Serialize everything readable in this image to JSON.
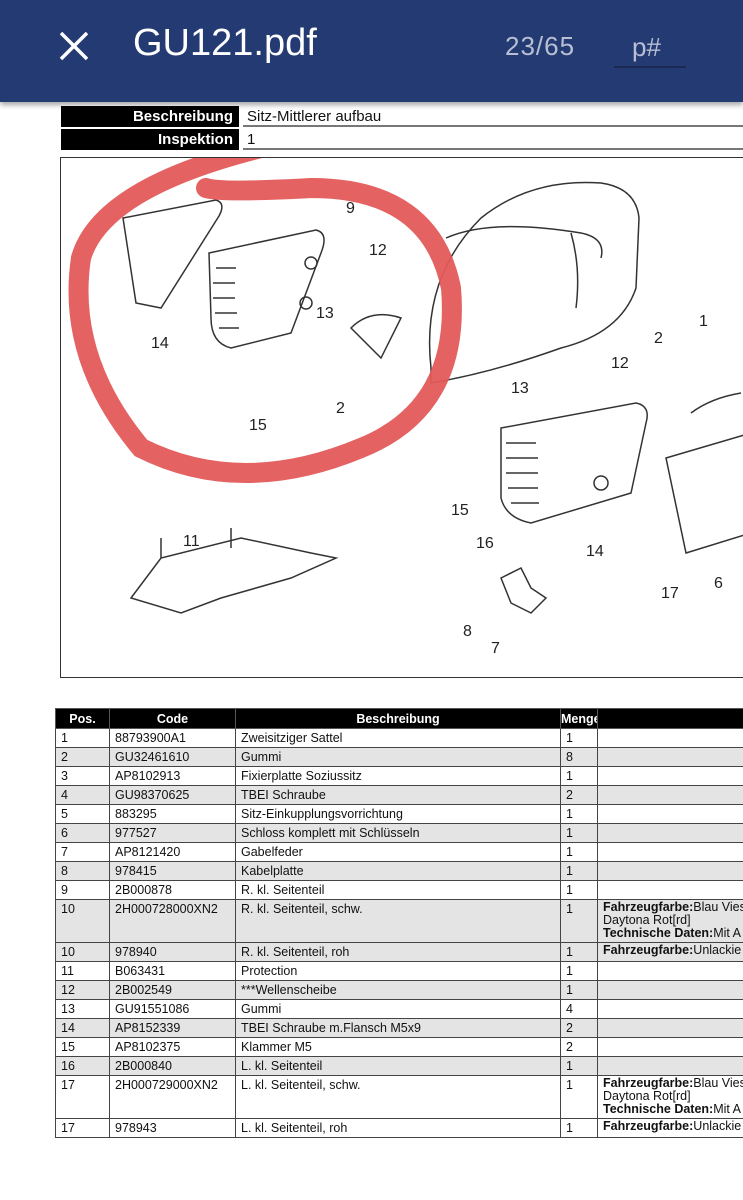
{
  "header": {
    "title": "GU121.pdf",
    "page_indicator": "23/65",
    "page_input_placeholder": "p#",
    "bg_color": "#233a73"
  },
  "doc_meta": {
    "beschreibung_label": "Beschreibung",
    "beschreibung_value": "Sitz-Mittlerer aufbau",
    "inspektion_label": "Inspektion",
    "inspektion_value": "1"
  },
  "diagram": {
    "callouts": [
      "9",
      "12",
      "14",
      "13",
      "15",
      "2",
      "1",
      "2",
      "12",
      "13",
      "15",
      "16",
      "14",
      "17",
      "6",
      "11",
      "8",
      "7"
    ],
    "annotation_color": "#e35a5a"
  },
  "table": {
    "headers": [
      "Pos.",
      "Code",
      "Beschreibung",
      "Menge",
      ""
    ],
    "rows": [
      {
        "pos": "1",
        "code": "88793900A1",
        "desc": "Zweisitziger Sattel",
        "qty": "1",
        "extra": []
      },
      {
        "pos": "2",
        "code": "GU32461610",
        "desc": "Gummi",
        "qty": "8",
        "extra": []
      },
      {
        "pos": "3",
        "code": "AP8102913",
        "desc": "Fixierplatte Soziussitz",
        "qty": "1",
        "extra": []
      },
      {
        "pos": "4",
        "code": "GU98370625",
        "desc": "TBEI Schraube",
        "qty": "2",
        "extra": []
      },
      {
        "pos": "5",
        "code": "883295",
        "desc": "Sitz-Einkupplungsvorrichtung",
        "qty": "1",
        "extra": []
      },
      {
        "pos": "6",
        "code": "977527",
        "desc": "Schloss komplett mit Schlüsseln",
        "qty": "1",
        "extra": []
      },
      {
        "pos": "7",
        "code": "AP8121420",
        "desc": "Gabelfeder",
        "qty": "1",
        "extra": []
      },
      {
        "pos": "8",
        "code": "978415",
        "desc": "Kabelplatte",
        "qty": "1",
        "extra": []
      },
      {
        "pos": "9",
        "code": "2B000878",
        "desc": "R. kl. Seitenteil",
        "qty": "1",
        "extra": []
      },
      {
        "pos": "10",
        "code": "2H000728000XN2",
        "desc": "R. kl. Seitenteil, schw.",
        "qty": "1",
        "extra": [
          {
            "k": "Fahrzeugfarbe:",
            "v": "Blau Vies"
          },
          {
            "k": "",
            "v": "Daytona Rot[rd]"
          },
          {
            "k": "Technische Daten:",
            "v": "Mit A"
          }
        ]
      },
      {
        "pos": "10",
        "code": "978940",
        "desc": "R. kl. Seitenteil, roh",
        "qty": "1",
        "extra": [
          {
            "k": "Fahrzeugfarbe:",
            "v": "Unlackie"
          }
        ]
      },
      {
        "pos": "11",
        "code": "B063431",
        "desc": "Protection",
        "qty": "1",
        "extra": []
      },
      {
        "pos": "12",
        "code": "2B002549",
        "desc": "***Wellenscheibe",
        "qty": "1",
        "extra": []
      },
      {
        "pos": "13",
        "code": "GU91551086",
        "desc": "Gummi",
        "qty": "4",
        "extra": []
      },
      {
        "pos": "14",
        "code": "AP8152339",
        "desc": "TBEI Schraube m.Flansch M5x9",
        "qty": "2",
        "extra": []
      },
      {
        "pos": "15",
        "code": "AP8102375",
        "desc": "Klammer M5",
        "qty": "2",
        "extra": []
      },
      {
        "pos": "16",
        "code": "2B000840",
        "desc": "L. kl. Seitenteil",
        "qty": "1",
        "extra": []
      },
      {
        "pos": "17",
        "code": "2H000729000XN2",
        "desc": "L. kl. Seitenteil, schw.",
        "qty": "1",
        "extra": [
          {
            "k": "Fahrzeugfarbe:",
            "v": "Blau Vies"
          },
          {
            "k": "",
            "v": "Daytona Rot[rd]"
          },
          {
            "k": "Technische Daten:",
            "v": "Mit A"
          }
        ]
      },
      {
        "pos": "17",
        "code": "978943",
        "desc": "L. kl. Seitenteil, roh",
        "qty": "1",
        "extra": [
          {
            "k": "Fahrzeugfarbe:",
            "v": "Unlackie"
          }
        ]
      }
    ]
  }
}
